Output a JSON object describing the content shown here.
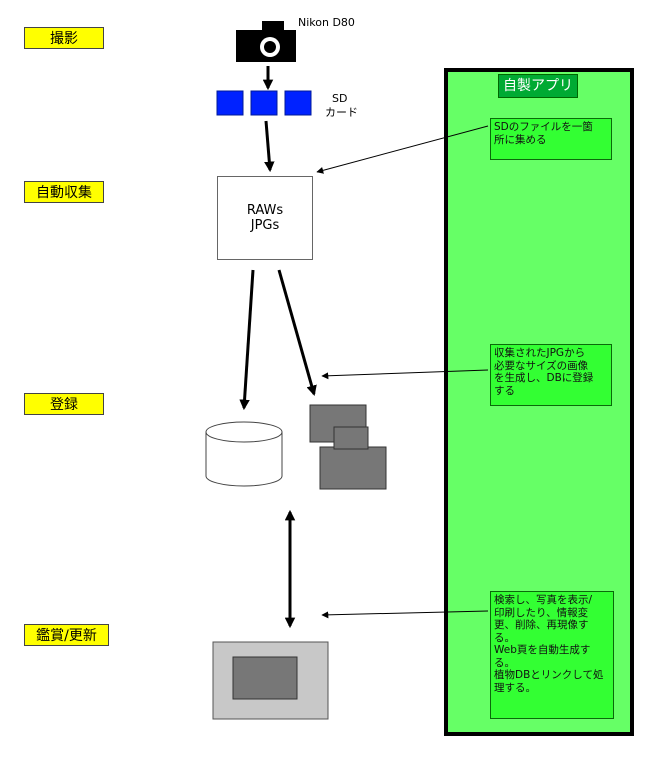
{
  "stages": {
    "shoot": "撮影",
    "collect": "自動収集",
    "register": "登録",
    "view_update": "鑑賞/更新"
  },
  "camera": {
    "label": "Nikon D80",
    "icon": "camera-icon"
  },
  "sd_card": {
    "line1": "SD",
    "line2": "カード",
    "icon": "sd-card-icon"
  },
  "files": {
    "line1": "RAWs",
    "line2": "JPGs"
  },
  "db": {
    "label": "DB",
    "icon": "database-icon"
  },
  "images": {
    "icon": "image-stack-icon"
  },
  "monitor": {
    "icon": "monitor-icon"
  },
  "app": {
    "title": "自製アプリ",
    "note_collect": "SDのファイルを一箇\n所に集める",
    "note_register": "収集されたJPGから\n必要なサイズの画像\nを生成し、DBに登録\nする",
    "note_view": "検索し、写真を表示/\n印刷したり、情報変\n更、削除、再現像す\nる。\nWeb頁を自動生成する。\n植物DBとリンクして処\n理する。"
  },
  "colors": {
    "stage_label": "#ffff00",
    "app_panel": "#66ff66",
    "app_title": "#00aa33",
    "note": "#33ff33",
    "sd_square": "#0022ff",
    "gray_image": "#777777",
    "monitor_outer": "#c8c8c8",
    "monitor_screen": "#777777"
  }
}
